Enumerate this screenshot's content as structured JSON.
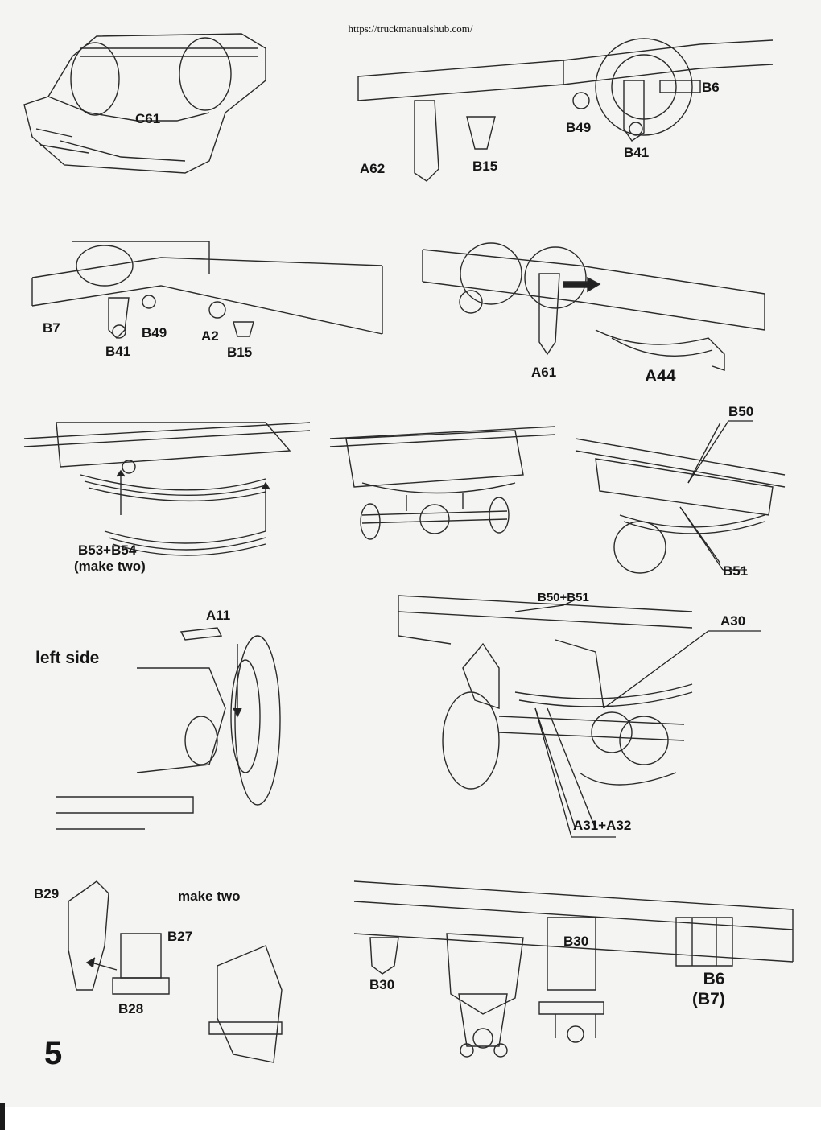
{
  "page": {
    "url": "https://truckmanualshub.com/",
    "page_number": "5"
  },
  "labels": {
    "c61": "C61",
    "a62": "A62",
    "b15_top": "B15",
    "b49_top": "B49",
    "b41_top": "B41",
    "b6_top": "B6",
    "b7": "B7",
    "b41_mid": "B41",
    "b49_mid": "B49",
    "a2": "A2",
    "b15_mid": "B15",
    "a61": "A61",
    "a44": "A44",
    "b50": "B50",
    "b51": "B51",
    "b53_b54": "B53+B54",
    "make_two_paren": "(make two)",
    "a11": "A11",
    "left_side": "left side",
    "b50_b51": "B50+B51",
    "a30": "A30",
    "a31_a32": "A31+A32",
    "b29": "B29",
    "make_two": "make two",
    "b27": "B27",
    "b28": "B28",
    "b30_left": "B30",
    "b30_right": "B30",
    "b6_bottom": "B6",
    "b7_paren": "(B7)"
  }
}
